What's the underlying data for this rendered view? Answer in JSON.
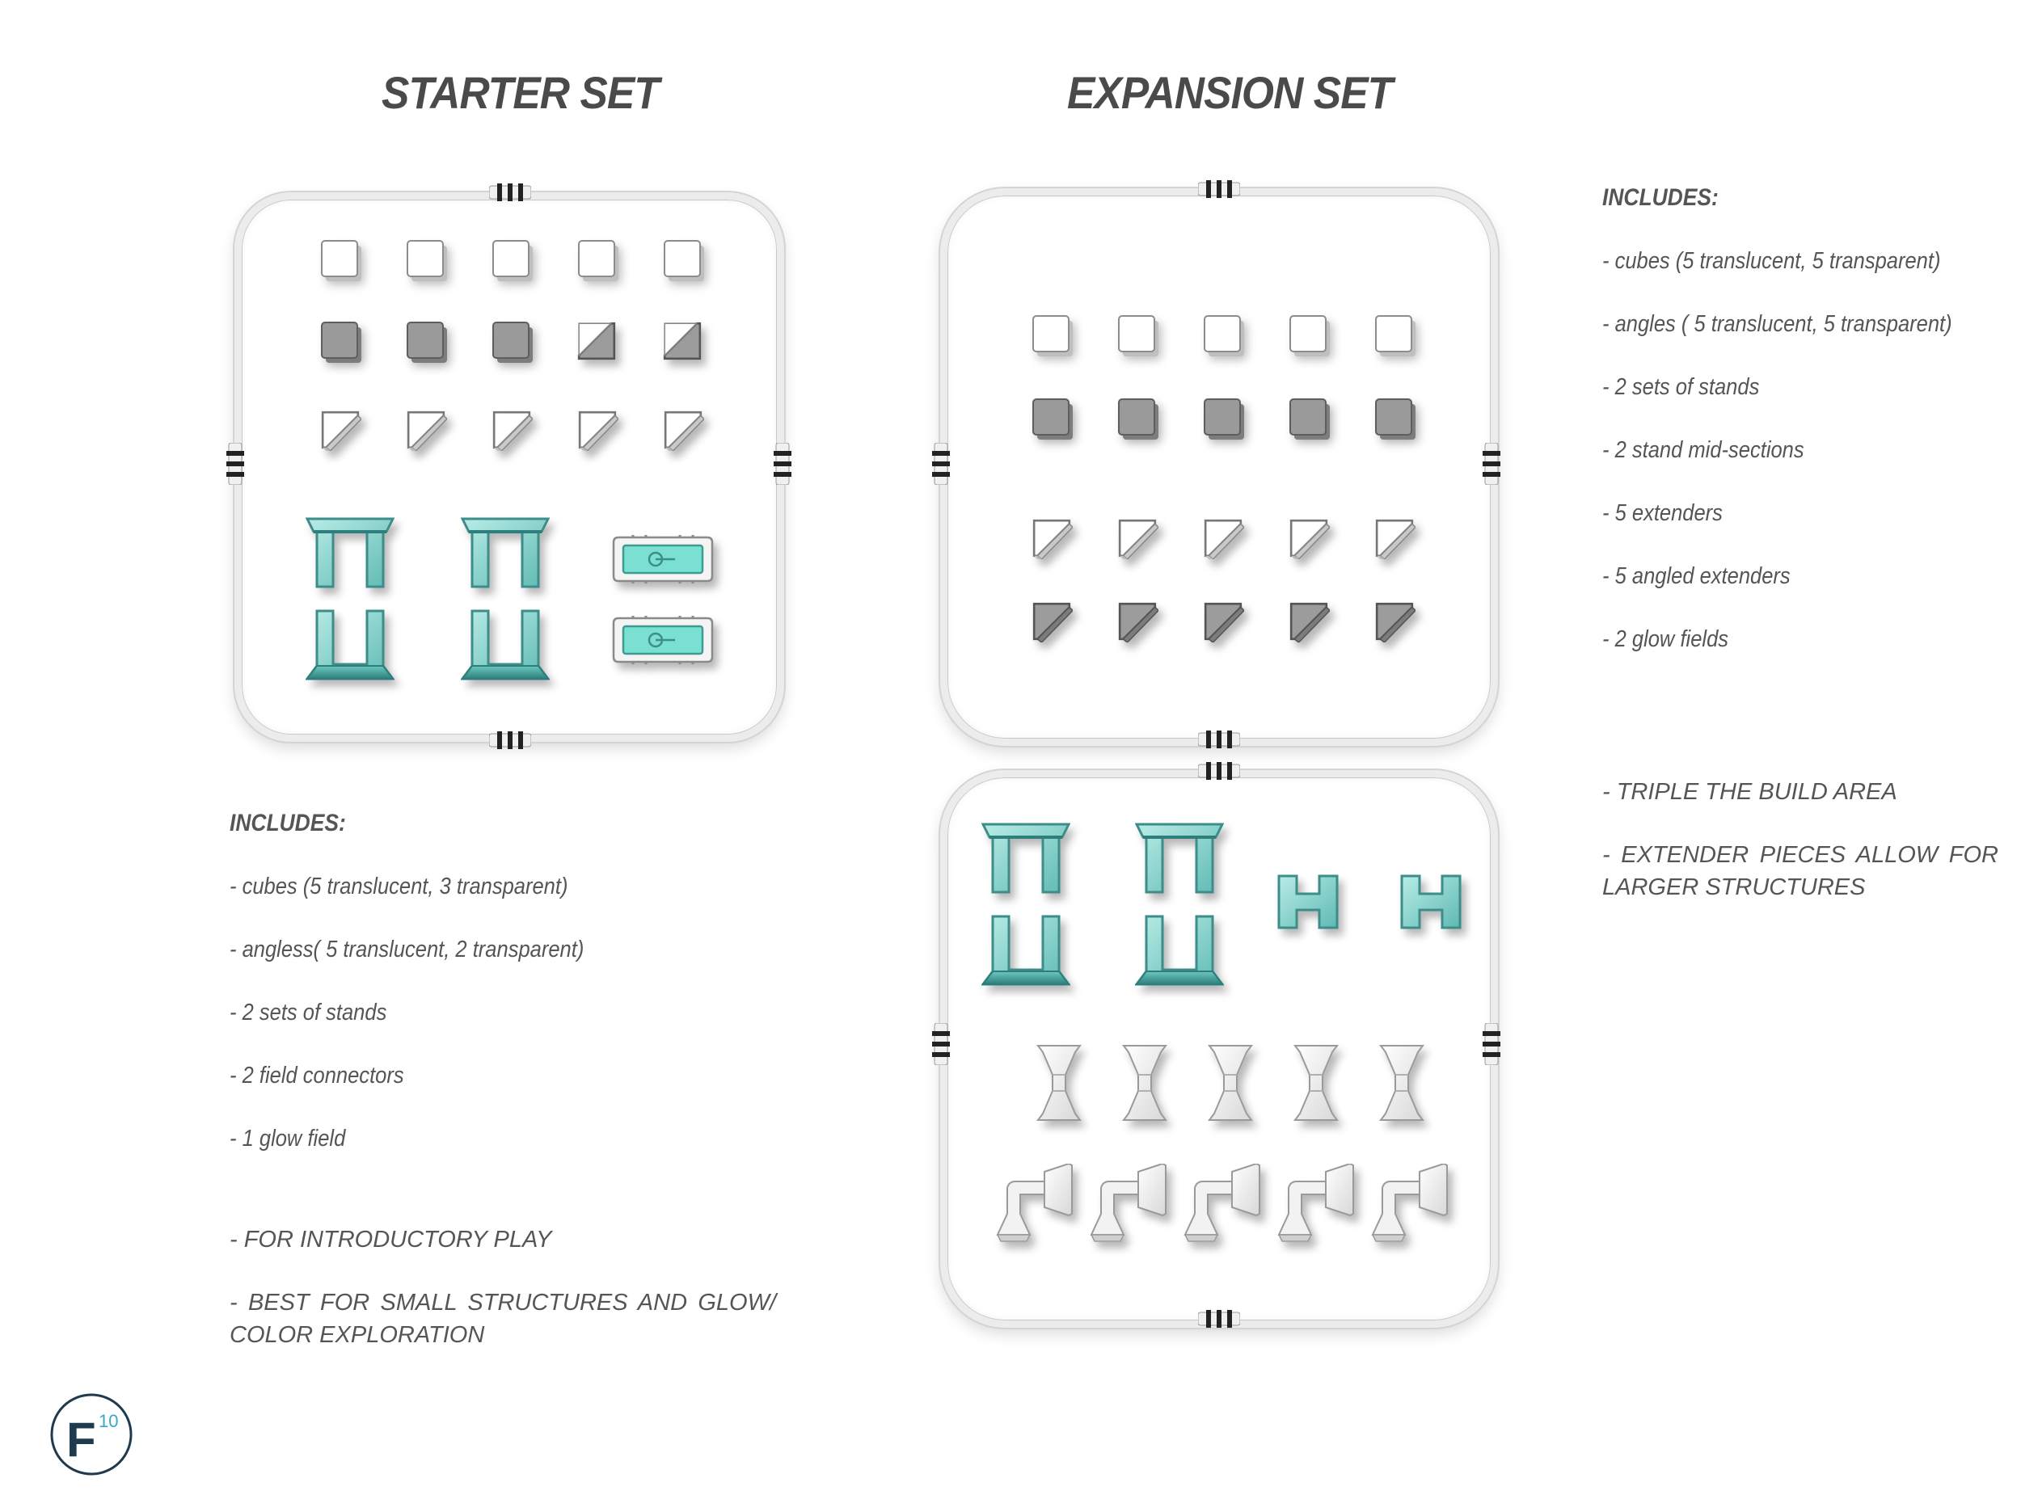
{
  "starter": {
    "title": "STARTER SET",
    "includes_label": "INCLUDES:",
    "items": [
      "- cubes (5 translucent, 3 transparent)",
      "- angless( 5 translucent, 2 transparent)",
      "- 2 sets of stands",
      "- 2 field connectors",
      "- 1 glow field"
    ],
    "notes": [
      "- FOR INTRODUCTORY PLAY",
      "- BEST FOR SMALL STRUCTURES AND GLOW/ COLOR EXPLORATION"
    ]
  },
  "expansion": {
    "title": "EXPANSION SET",
    "includes_label": "INCLUDES:",
    "items": [
      "- cubes (5 translucent, 5 transparent)",
      "- angles ( 5 translucent, 5 transparent)",
      "- 2 sets of stands",
      "- 2 stand mid-sections",
      "- 5 extenders",
      "- 5 angled extenders",
      "- 2  glow fields"
    ],
    "notes": [
      "- TRIPLE THE BUILD AREA",
      "- EXTENDER PIECES ALLOW FOR LARGER STRUCTURES"
    ]
  },
  "logo": {
    "letter": "F",
    "superscript": "10"
  },
  "colors": {
    "heading": "#4a4a4a",
    "body_text": "#555555",
    "glow_teal": "#7fe3d6",
    "stand_teal": "#4fa7a4",
    "logo_navy": "#1e3a4f"
  },
  "icons": [
    "cube-icon",
    "angle-piece-icon",
    "stand-icon",
    "field-connector-icon",
    "glow-field-icon",
    "extender-icon",
    "angled-extender-icon",
    "brand-logo"
  ]
}
